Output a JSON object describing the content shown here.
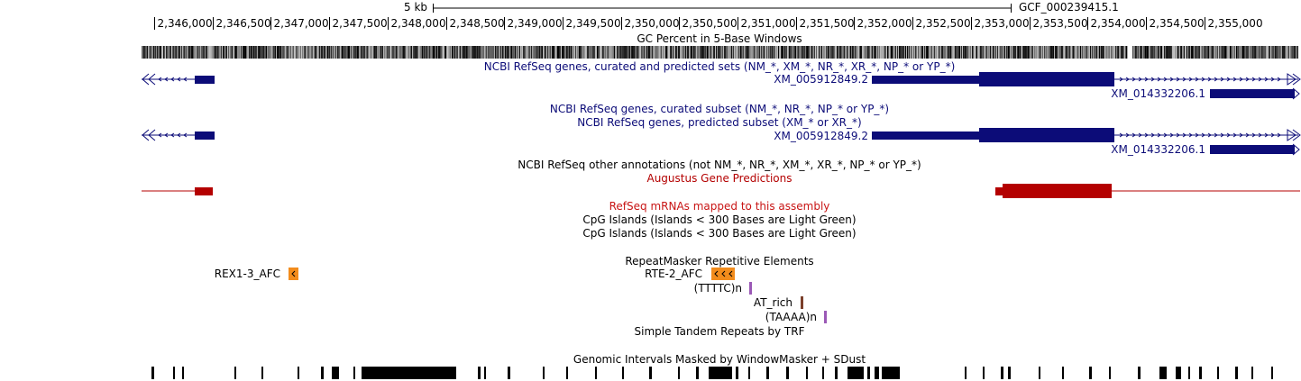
{
  "ruler": {
    "scale_label": "5 kb",
    "assembly_label": "GCF_000239415.1",
    "ticks": [
      "2,346,000",
      "2,346,500",
      "2,347,000",
      "2,347,500",
      "2,348,000",
      "2,348,500",
      "2,349,000",
      "2,349,500",
      "2,350,000",
      "2,350,500",
      "2,351,000",
      "2,351,500",
      "2,352,000",
      "2,352,500",
      "2,353,000",
      "2,353,500",
      "2,354,000",
      "2,354,500",
      "2,355,000"
    ]
  },
  "tracks": {
    "gc_percent": "GC Percent in 5-Base Windows",
    "refseq_all": "NCBI RefSeq genes, curated and predicted sets (NM_*, XM_*, NR_*, XR_*, NP_* or YP_*)",
    "refseq_curated": "NCBI RefSeq genes, curated subset (NM_*, NR_*, NP_* or YP_*)",
    "refseq_predicted": "NCBI RefSeq genes, predicted subset (XM_* or XR_*)",
    "refseq_other": "NCBI RefSeq other annotations (not NM_*, NR_*, XM_*, XR_*, NP_* or YP_*)",
    "augustus": "Augustus Gene Predictions",
    "refseq_mrna": "RefSeq mRNAs mapped to this assembly",
    "cpg_1": "CpG Islands (Islands < 300 Bases are Light Green)",
    "cpg_2": "CpG Islands (Islands < 300 Bases are Light Green)",
    "repeatmasker": "RepeatMasker Repetitive Elements",
    "trf": "Simple Tandem Repeats by TRF",
    "windowmasker": "Genomic Intervals Masked by WindowMasker + SDust"
  },
  "genes": {
    "gene_a": "XM_005912849.2",
    "gene_b": "XM_014332206.1",
    "gene_a2": "XM_005912849.2",
    "gene_b2": "XM_014332206.1"
  },
  "repeats": {
    "rex": "REX1-3_AFC",
    "rte": "RTE-2_AFC",
    "tttc": "(TTTTC)n",
    "atrich": "AT_rich",
    "taaaa": "(TAAAA)n"
  },
  "colors": {
    "refseq": "#0c0c78",
    "augustus": "#b40000",
    "augustus_label": "#b40000",
    "mrna_label": "#c81414",
    "repeat": "#f28c1c",
    "trf": "#9b59b6",
    "atrich": "#7b3f2a"
  }
}
